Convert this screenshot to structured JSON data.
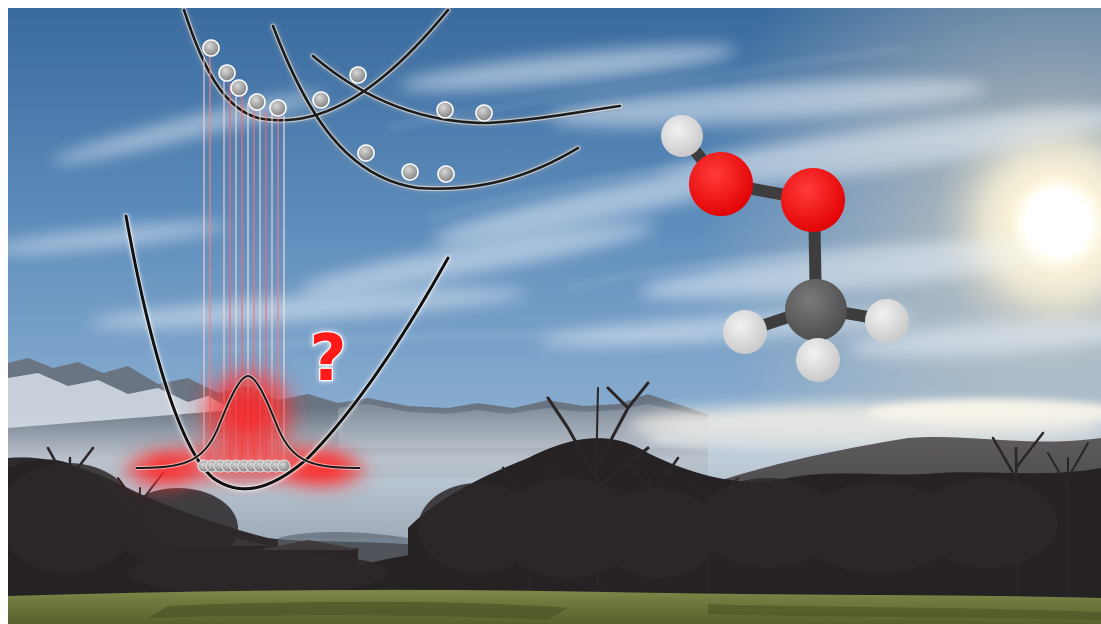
{
  "overlay": {
    "question_mark": "?"
  },
  "palette": {
    "sky_top": "#2f5f93",
    "sky_mid": "#6f9ac4",
    "sky_bottom": "#a9c6df",
    "haze": "#c9d3dc",
    "mountain": "#6d7886",
    "snow": "#dfe6ee",
    "hills": "#3c3a3b",
    "trees": "#2a2626",
    "meadow": "#6f7a3e",
    "meadow_shadow": "#4b5327",
    "sun": "#fff9e5",
    "curve": "#1a1a1a",
    "highlight_red": "#ff2a2a",
    "oxygen": "#ff0000",
    "carbon": "#555555",
    "hydrogen": "#dedede",
    "bead": "#9b9b9b"
  },
  "molecule": {
    "atoms": [
      "H",
      "O",
      "O",
      "C",
      "H",
      "H",
      "H"
    ]
  }
}
